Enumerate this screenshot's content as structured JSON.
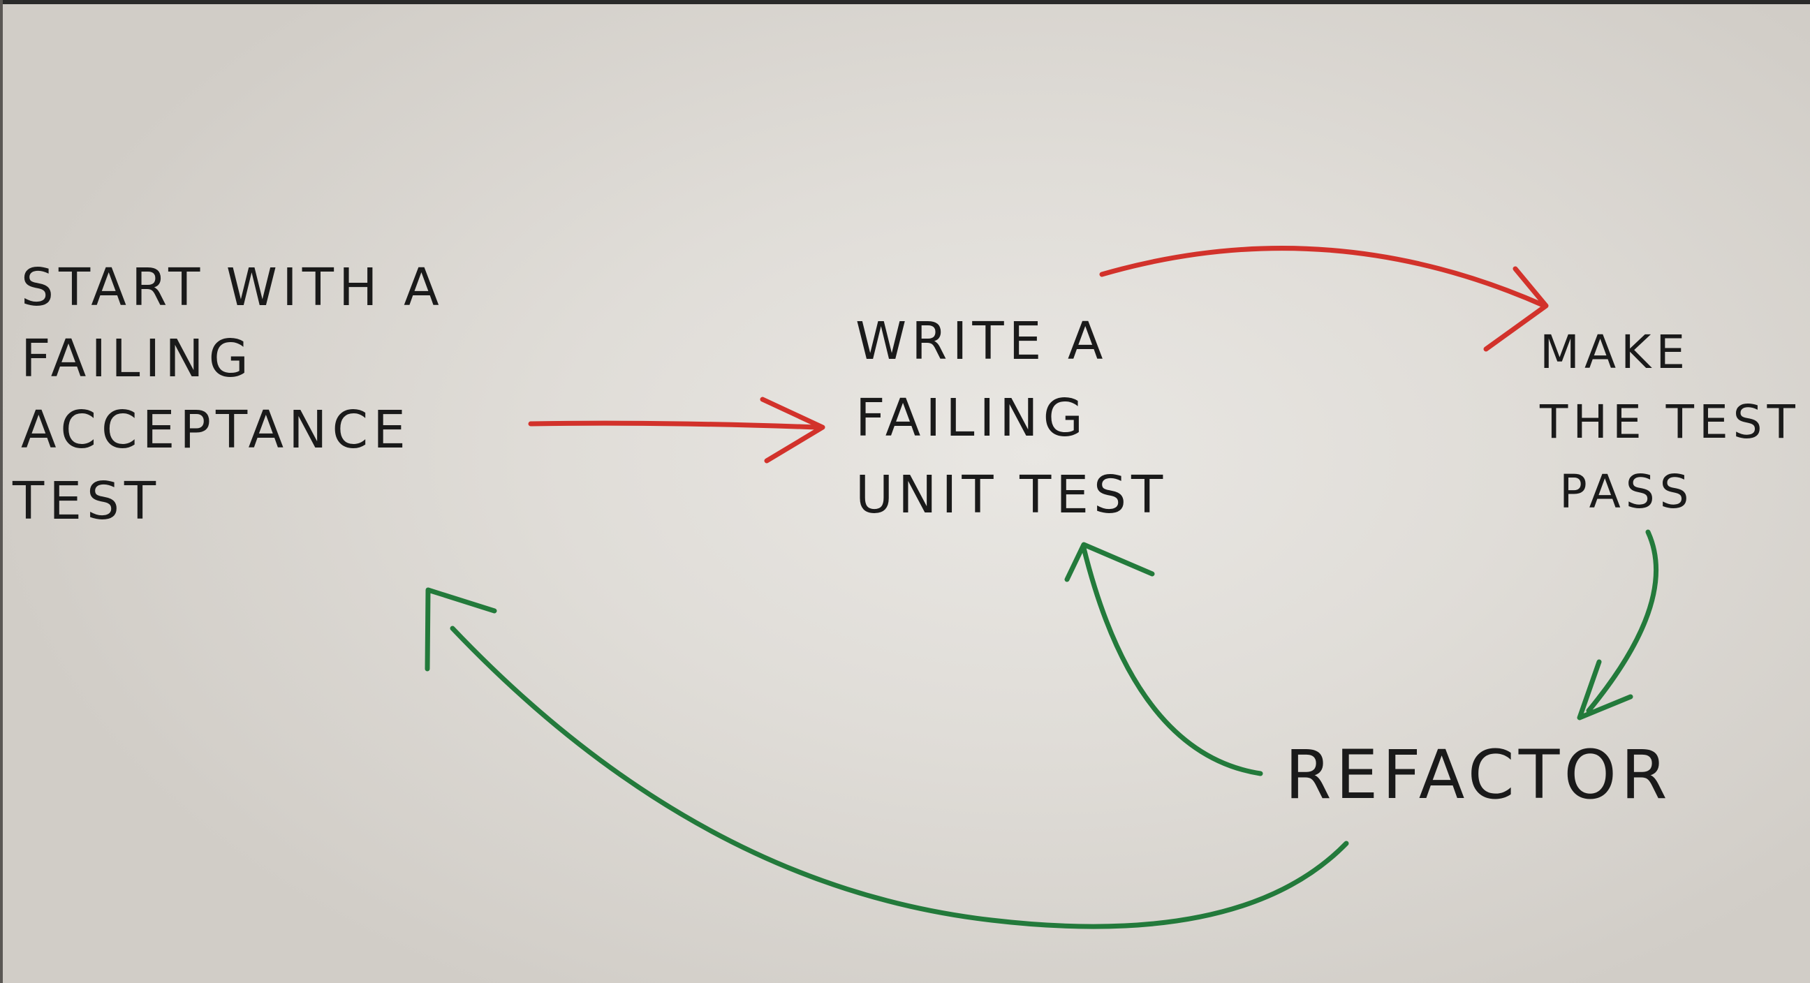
{
  "steps": {
    "acceptance": [
      "START WITH A",
      "FAILING",
      "ACCEPTANCE",
      "TEST"
    ],
    "unit": [
      "WRITE A",
      "FAILING",
      "UNIT TEST"
    ],
    "pass": [
      "MAKE",
      "THE TEST",
      "PASS"
    ],
    "refactor": "REFACTOR"
  },
  "colors": {
    "paper": "#e4e1dc",
    "ink": "#1a1a1a",
    "red_arrow": "#d2322b",
    "green_arrow": "#237a3b"
  }
}
